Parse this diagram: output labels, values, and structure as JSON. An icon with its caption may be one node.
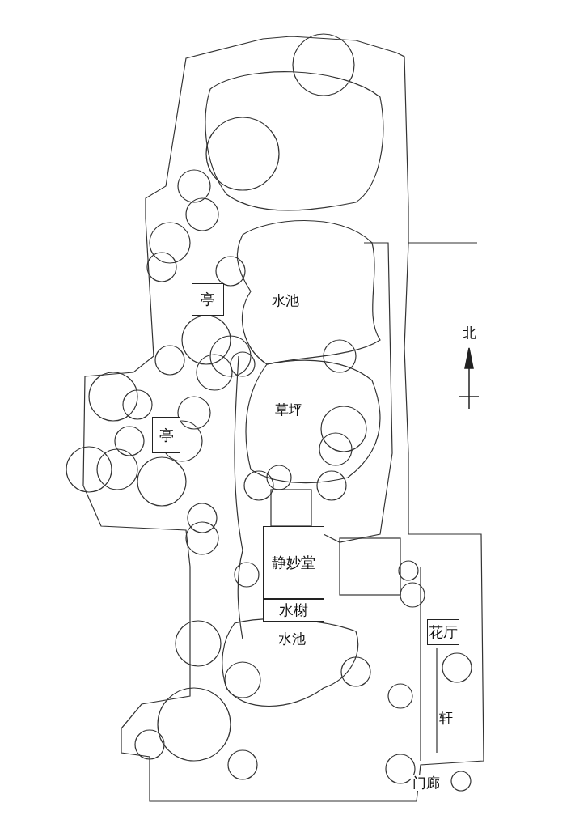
{
  "diagram": {
    "nodes": [
      {
        "text": [
          "亭"
        ]
      },
      {
        "text": [
          "亭"
        ]
      },
      {
        "text": [
          "静妙堂"
        ]
      },
      {
        "text": [
          "水榭"
        ]
      },
      {
        "text": [
          "花厅"
        ]
      }
    ],
    "labels": [
      "水池",
      "草坪",
      "水池",
      "轩",
      "门廊",
      "北"
    ]
  }
}
